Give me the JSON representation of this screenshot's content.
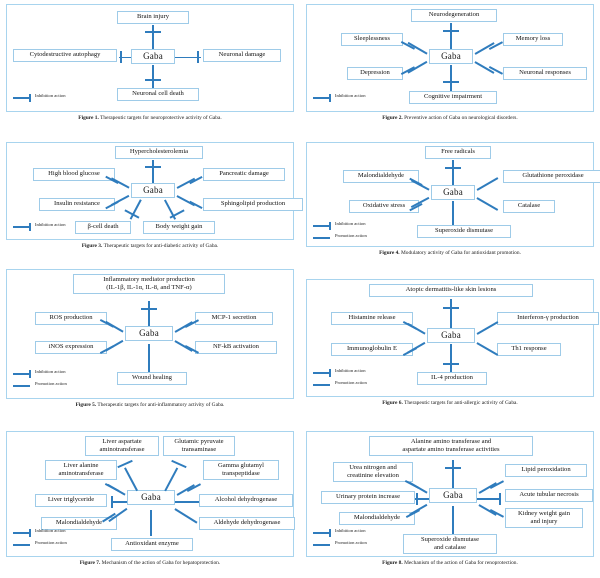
{
  "page": {
    "accent_color": "#2f7cbd",
    "box_border_color": "#9ecbe8",
    "panel_border_color": "#a8d4ee",
    "center_label": "Gaba",
    "legend": {
      "inhibition": "Inhibition action",
      "promotion": "Promotion action"
    }
  },
  "figures": [
    {
      "id": "figure-1",
      "caption_prefix": "Figure 1.",
      "caption_text": "Therapeutic targets for neuroprotective activity of Gaba.",
      "center": "Gaba",
      "legend": [
        "inhibition"
      ],
      "nodes": [
        {
          "label": "Brain injury",
          "relation": "inhibition"
        },
        {
          "label": "Cytodestructive autophagy",
          "relation": "inhibition"
        },
        {
          "label": "Neuronal damage",
          "relation": "inhibition"
        },
        {
          "label": "Neuronal cell death",
          "relation": "inhibition"
        }
      ]
    },
    {
      "id": "figure-2",
      "caption_prefix": "Figure 2.",
      "caption_text": "Preventive action of Gaba on neurological disorders.",
      "center": "Gaba",
      "legend": [
        "inhibition"
      ],
      "nodes": [
        {
          "label": "Neurodegeneration",
          "relation": "inhibition"
        },
        {
          "label": "Sleeplessness",
          "relation": "inhibition"
        },
        {
          "label": "Memory loss",
          "relation": "inhibition"
        },
        {
          "label": "Depression",
          "relation": "inhibition"
        },
        {
          "label": "Neuronal responses",
          "relation": "inhibition"
        },
        {
          "label": "Cognitive impairment",
          "relation": "inhibition"
        }
      ]
    },
    {
      "id": "figure-3",
      "caption_prefix": "Figure 3.",
      "caption_text": "Therapeutic targets for anti-diabetic activity of Gaba.",
      "center": "Gaba",
      "legend": [
        "inhibition"
      ],
      "nodes": [
        {
          "label": "Hypercholesterolemia",
          "relation": "inhibition"
        },
        {
          "label": "High blood glucose",
          "relation": "inhibition"
        },
        {
          "label": "Pancreatic damage",
          "relation": "inhibition"
        },
        {
          "label": "Insulin resistance",
          "relation": "inhibition"
        },
        {
          "label": "Sphingolipid production",
          "relation": "inhibition"
        },
        {
          "label": "β-cell death",
          "relation": "inhibition"
        },
        {
          "label": "Body weight gain",
          "relation": "inhibition"
        }
      ]
    },
    {
      "id": "figure-4",
      "caption_prefix": "Figure 4.",
      "caption_text": "Modulatory activity of Gaba for antioxidant promotion.",
      "center": "Gaba",
      "legend": [
        "inhibition",
        "promotion"
      ],
      "nodes": [
        {
          "label": "Free radicals",
          "relation": "inhibition"
        },
        {
          "label": "Malondialdehyde",
          "relation": "inhibition"
        },
        {
          "label": "Glutathione peroxidase",
          "relation": "promotion"
        },
        {
          "label": "Oxidative stress",
          "relation": "inhibition"
        },
        {
          "label": "Catalase",
          "relation": "promotion"
        },
        {
          "label": "Superoxide dismutase",
          "relation": "promotion"
        }
      ]
    },
    {
      "id": "figure-5",
      "caption_prefix": "Figure 5.",
      "caption_text": "Therapeutic targets for anti-inflammatory activity of Gaba.",
      "center": "Gaba",
      "legend": [
        "inhibition",
        "promotion"
      ],
      "nodes": [
        {
          "label": "Inflammatory mediator production\n(IL-1β, IL-1α, IL-8, and TNF-α)",
          "relation": "inhibition"
        },
        {
          "label": "ROS production",
          "relation": "inhibition"
        },
        {
          "label": "MCP-1 secretion",
          "relation": "inhibition"
        },
        {
          "label": "iNOS expression",
          "relation": "inhibition"
        },
        {
          "label": "NF-kB activation",
          "relation": "inhibition"
        },
        {
          "label": "Wound healing",
          "relation": "promotion"
        }
      ]
    },
    {
      "id": "figure-6",
      "caption_prefix": "Figure 6.",
      "caption_text": "Therapeutic targets for anti-allergic activity of Gaba.",
      "center": "Gaba",
      "legend": [
        "inhibition",
        "promotion"
      ],
      "nodes": [
        {
          "label": "Atopic dermatitis-like skin lesions",
          "relation": "inhibition"
        },
        {
          "label": "Histamine release",
          "relation": "inhibition"
        },
        {
          "label": "Interferon-γ production",
          "relation": "promotion"
        },
        {
          "label": "Immunoglobulin E",
          "relation": "inhibition"
        },
        {
          "label": "Th1 response",
          "relation": "promotion"
        },
        {
          "label": "IL-4 production",
          "relation": "inhibition"
        }
      ]
    },
    {
      "id": "figure-7",
      "caption_prefix": "Figure 7.",
      "caption_text": "Mechanism of the action of Gaba for hepatoprotection.",
      "center": "Gaba",
      "legend": [
        "inhibition",
        "promotion"
      ],
      "nodes": [
        {
          "label": "Liver aspartate\naminotransferase",
          "relation": "inhibition"
        },
        {
          "label": "Glutamic pyruvate\ntransaminase",
          "relation": "inhibition"
        },
        {
          "label": "Liver alanine\naminotransferase",
          "relation": "inhibition"
        },
        {
          "label": "Gamma glutamyl\ntranspeptidase",
          "relation": "inhibition"
        },
        {
          "label": "Liver triglyceride",
          "relation": "inhibition"
        },
        {
          "label": "Alcohol dehydrogenase",
          "relation": "promotion"
        },
        {
          "label": "Malondialdehyde",
          "relation": "inhibition"
        },
        {
          "label": "Aldehyde dehydrogenase",
          "relation": "promotion"
        },
        {
          "label": "Antioxidant enzyme",
          "relation": "promotion"
        }
      ]
    },
    {
      "id": "figure-8",
      "caption_prefix": "Figure 8.",
      "caption_text": "Mechanism of the action of Gaba for renoprotection.",
      "center": "Gaba",
      "legend": [
        "inhibition",
        "promotion"
      ],
      "nodes": [
        {
          "label": "Alanine amino transferase and\naspartate amino transferase activities",
          "relation": "inhibition"
        },
        {
          "label": "Urea nitrogen and\ncreatinine elevation",
          "relation": "inhibition"
        },
        {
          "label": "Lipid peroxidation",
          "relation": "inhibition"
        },
        {
          "label": "Urinary protein increase",
          "relation": "inhibition"
        },
        {
          "label": "Acute tubular necrosis",
          "relation": "inhibition"
        },
        {
          "label": "Malondialdehyde",
          "relation": "inhibition"
        },
        {
          "label": "Kidney weight gain\nand injury",
          "relation": "inhibition"
        },
        {
          "label": "Superoxide dismutase\nand catalase",
          "relation": "promotion"
        }
      ]
    }
  ]
}
